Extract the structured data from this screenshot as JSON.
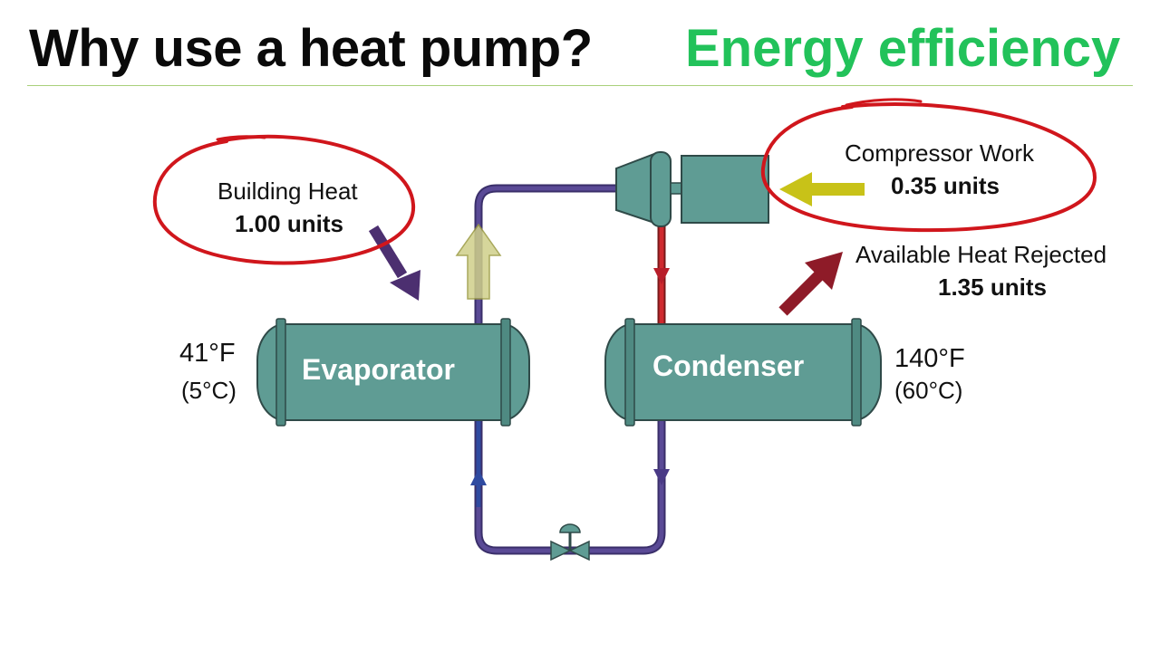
{
  "slide": {
    "title": "Why use a heat pump?",
    "subtitle": "Energy efficiency"
  },
  "diagram": {
    "evaporator_label": "Evaporator",
    "condenser_label": "Condenser",
    "building_heat": {
      "label": "Building Heat",
      "value": "1.00 units"
    },
    "compressor_work": {
      "label": "Compressor Work",
      "value": "0.35 units"
    },
    "heat_rejected": {
      "label": "Available Heat Rejected",
      "value": "1.35 units"
    },
    "evaporator_temp": {
      "fahrenheit": "41°F",
      "celsius": "(5°C)"
    },
    "condenser_temp": {
      "fahrenheit": "140°F",
      "celsius": "(60°C)"
    }
  },
  "colors": {
    "title_text": "#0a0a0a",
    "subtitle_text": "#22c25a",
    "vessel_fill": "#5f9c94",
    "vessel_stroke": "#3c4a48",
    "pipe_cold": "#4a3a86",
    "pipe_hot": "#c1272d",
    "highlight_circle": "#d0161c",
    "arrow_building_heat": "#4c2f70",
    "arrow_compressor": "#c8c218",
    "arrow_heat_rejected": "#8e1b28",
    "arrow_vapor": "#c9c98c"
  }
}
